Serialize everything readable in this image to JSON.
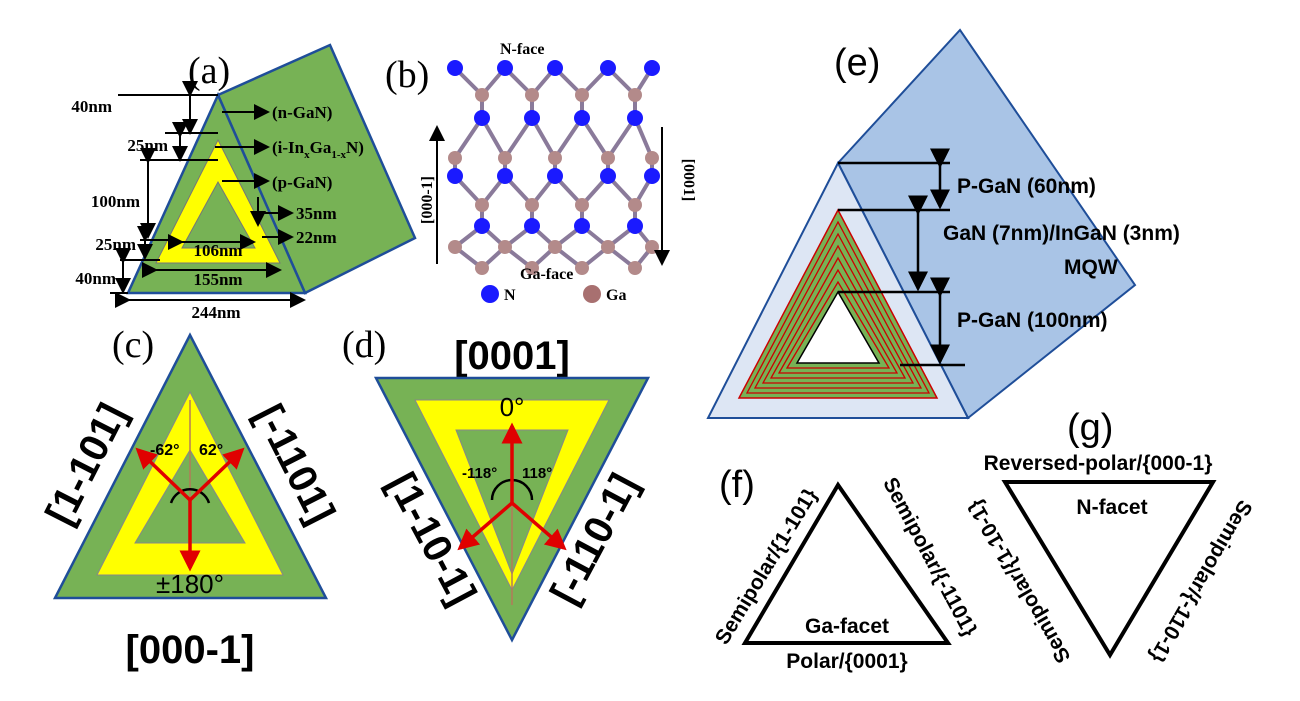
{
  "panels": {
    "a": {
      "label": "(a)",
      "layers": [
        "(n-GaN)",
        "(p-GaN)"
      ],
      "inGaN": {
        "p1": "(i-In",
        "s1": "x",
        "p2": "Ga",
        "s2": "1-x",
        "p3": "N)"
      },
      "dims": [
        "40nm",
        "25nm",
        "100nm",
        "25nm",
        "40nm",
        "35nm",
        "22nm",
        "106nm",
        "155nm",
        "244nm"
      ]
    },
    "b": {
      "label": "(b)",
      "top": "N-face",
      "bottom": "Ga-face",
      "left_dir": "[000-1]",
      "right_dir": "[0001]",
      "legend": [
        {
          "label": "N",
          "color": "#1a1aff"
        },
        {
          "label": "Ga",
          "color": "#a87070"
        }
      ]
    },
    "c": {
      "label": "(c)",
      "left": "[1-101]",
      "right": "[-1101]",
      "bottom": "[000-1]",
      "angle_bottom": "±180°",
      "angle_left": "-62°",
      "angle_right": "62°"
    },
    "d": {
      "label": "(d)",
      "top": "[0001]",
      "angle_top": "0°",
      "left": "[1-10-1]",
      "right": "[-110-1]",
      "angle_left": "-118°",
      "angle_right": "118°"
    },
    "e": {
      "label": "(e)",
      "l1": "P-GaN (60nm)",
      "l2": "GaN (7nm)/InGaN (3nm)",
      "l3": "MQW",
      "l4": "P-GaN (100nm)"
    },
    "f": {
      "label": "(f)",
      "left": "Semipolar/{1-101}",
      "right": "Semipolar/{-1101}",
      "bottom": "Polar/{0001}",
      "inside": "Ga-facet"
    },
    "g": {
      "label": "(g)",
      "top": "Reversed-polar/{000-1}",
      "left": "Semipolar/{1-10-1}",
      "right": "Semipolar/{-110-1}",
      "inside": "N-facet"
    }
  },
  "colors": {
    "green": "#77b255",
    "yellow": "#ffff00",
    "blue_face": "#a9c4e6",
    "light_blue": "#dde6f4",
    "arrow_red": "#e00000",
    "nitrogen": "#1a1aff",
    "gallium": "#b38a8a"
  }
}
